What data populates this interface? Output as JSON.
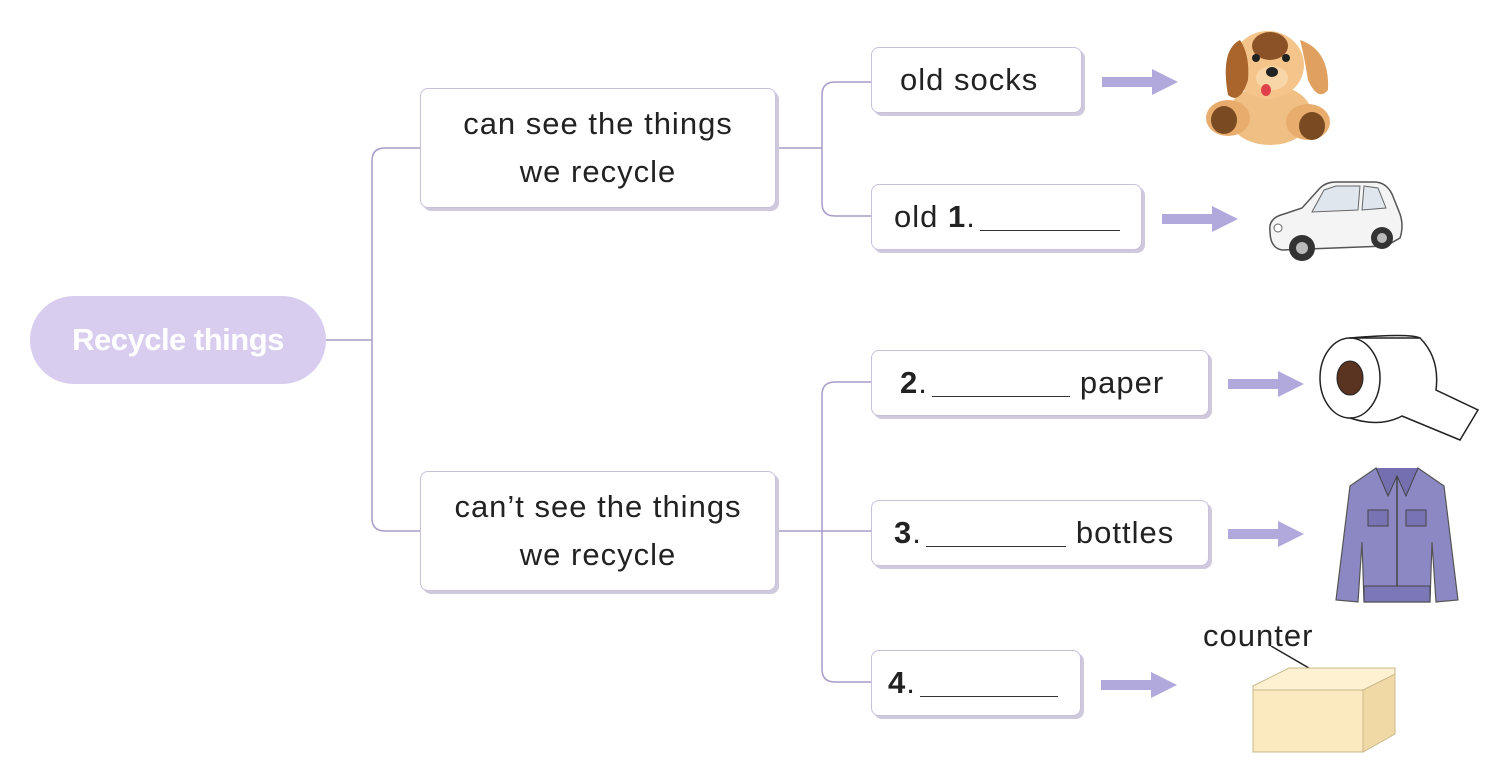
{
  "root": {
    "label": "Recycle things"
  },
  "branches": [
    {
      "label_line1": "can see the things",
      "label_line2": "we recycle",
      "leaves": [
        {
          "prefix": "old socks",
          "number": "",
          "suffix": "",
          "picture": "teddy-dog"
        },
        {
          "prefix": "old",
          "number": "1",
          "suffix": "",
          "picture": "car"
        }
      ]
    },
    {
      "label_line1": "can’t see the things",
      "label_line2": "we recycle",
      "leaves": [
        {
          "prefix": "",
          "number": "2",
          "suffix": "paper",
          "picture": "toilet-paper"
        },
        {
          "prefix": "",
          "number": "3",
          "suffix": "bottles",
          "picture": "jacket"
        },
        {
          "prefix": "",
          "number": "4",
          "suffix": "",
          "picture": "counter-box"
        }
      ]
    }
  ],
  "counter_label": "counter",
  "colors": {
    "accent": "#d8cdee",
    "line": "#a89cc8",
    "arrow": "#b1a8dc"
  }
}
